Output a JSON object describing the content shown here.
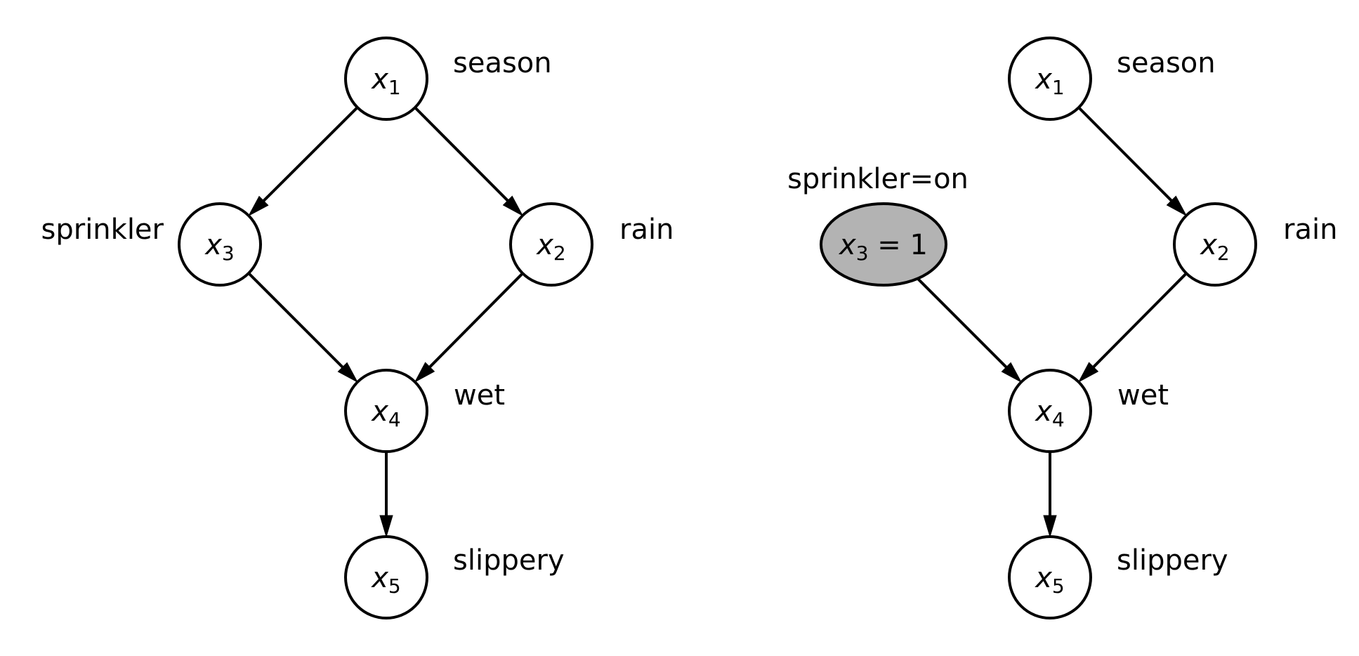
{
  "diagrams": [
    {
      "name": "observational",
      "nodes": [
        {
          "id": "x1",
          "var": "x",
          "sub": "1",
          "suffix": "",
          "label": "season",
          "shape": "circle",
          "fill": "#ffffff"
        },
        {
          "id": "x2",
          "var": "x",
          "sub": "2",
          "suffix": "",
          "label": "rain",
          "shape": "circle",
          "fill": "#ffffff"
        },
        {
          "id": "x3",
          "var": "x",
          "sub": "3",
          "suffix": "",
          "label": "sprinkler",
          "shape": "circle",
          "fill": "#ffffff"
        },
        {
          "id": "x4",
          "var": "x",
          "sub": "4",
          "suffix": "",
          "label": "wet",
          "shape": "circle",
          "fill": "#ffffff"
        },
        {
          "id": "x5",
          "var": "x",
          "sub": "5",
          "suffix": "",
          "label": "slippery",
          "shape": "circle",
          "fill": "#ffffff"
        }
      ],
      "edges": [
        {
          "from": "x1",
          "to": "x3"
        },
        {
          "from": "x1",
          "to": "x2"
        },
        {
          "from": "x3",
          "to": "x4"
        },
        {
          "from": "x2",
          "to": "x4"
        },
        {
          "from": "x4",
          "to": "x5"
        }
      ]
    },
    {
      "name": "intervention",
      "nodes": [
        {
          "id": "x1",
          "var": "x",
          "sub": "1",
          "suffix": "",
          "label": "season",
          "shape": "circle",
          "fill": "#ffffff"
        },
        {
          "id": "x2",
          "var": "x",
          "sub": "2",
          "suffix": "",
          "label": "rain",
          "shape": "circle",
          "fill": "#ffffff"
        },
        {
          "id": "x3",
          "var": "x",
          "sub": "3",
          "suffix": " = 1",
          "label": "sprinkler=on",
          "shape": "ellipse",
          "fill": "#b3b3b3"
        },
        {
          "id": "x4",
          "var": "x",
          "sub": "4",
          "suffix": "",
          "label": "wet",
          "shape": "circle",
          "fill": "#ffffff"
        },
        {
          "id": "x5",
          "var": "x",
          "sub": "5",
          "suffix": "",
          "label": "slippery",
          "shape": "circle",
          "fill": "#ffffff"
        }
      ],
      "edges": [
        {
          "from": "x1",
          "to": "x2"
        },
        {
          "from": "x3",
          "to": "x4"
        },
        {
          "from": "x2",
          "to": "x4"
        },
        {
          "from": "x4",
          "to": "x5"
        }
      ]
    }
  ]
}
